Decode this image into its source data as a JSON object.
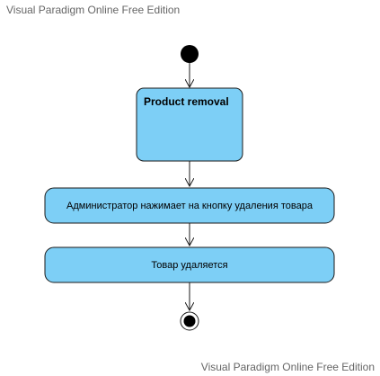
{
  "watermark": {
    "top": "Visual Paradigm Online Free Edition",
    "bottom": "Visual Paradigm Online Free Edition"
  },
  "diagram": {
    "state": {
      "title": "Product removal"
    },
    "actions": [
      "Администратор нажимает на кнопку удаления товара",
      "Товар удаляется"
    ]
  },
  "colors": {
    "node_fill": "#7DCFF6",
    "node_stroke": "#1A1A1A",
    "initial_node": "#000000",
    "watermark_text": "#666666"
  }
}
